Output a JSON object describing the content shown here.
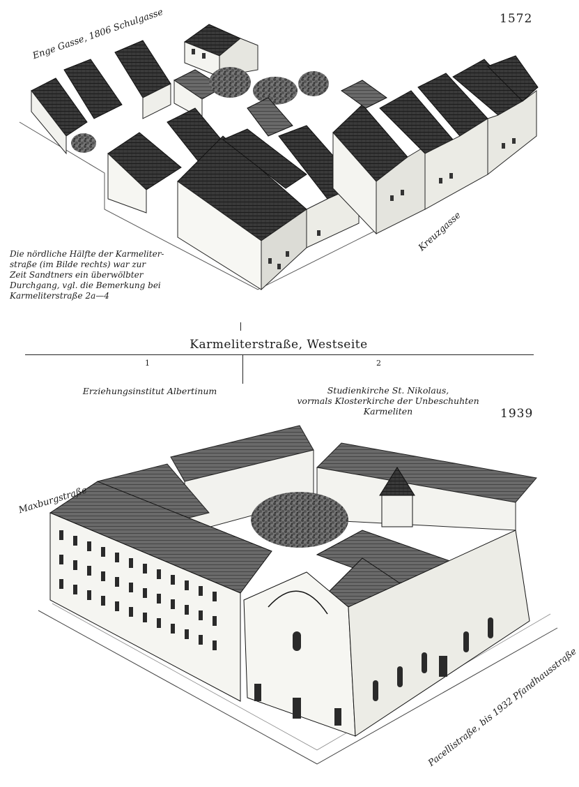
{
  "top_view": {
    "year": "1572",
    "street_labels": {
      "enge_gasse": "Enge Gasse, 1806 Schulgasse",
      "kreuzgasse": "Kreuzgasse"
    },
    "note_lines": [
      "Die nördliche Hälfte der Karmeliter-",
      "straße (im Bilde rechts) war zur",
      "Zeit Sandtners ein überwölbter",
      "Durchgang, vgl. die Bemerkung bei",
      "Karmeliterstraße 2a—4"
    ]
  },
  "divider": {
    "title": "Karmeliterstraße, Westseite",
    "columns": [
      {
        "number": "1",
        "lines": [
          "Erziehungsinstitut Albertinum"
        ]
      },
      {
        "number": "2",
        "lines": [
          "Studienkirche St. Nikolaus,",
          "vormals Klosterkirche der Unbeschuhten Karmeliten"
        ]
      }
    ]
  },
  "bottom_view": {
    "year": "1939",
    "street_labels": {
      "maxburgstrasse": "Maxburgstraße",
      "pacellistrasse": "Pacellistraße, bis 1932 Pfandhausstraße"
    }
  },
  "colors": {
    "ink": "#1a1a1a",
    "roof": "#3c3c3c",
    "wall": "#f4f4f0",
    "tree": "#555555"
  }
}
